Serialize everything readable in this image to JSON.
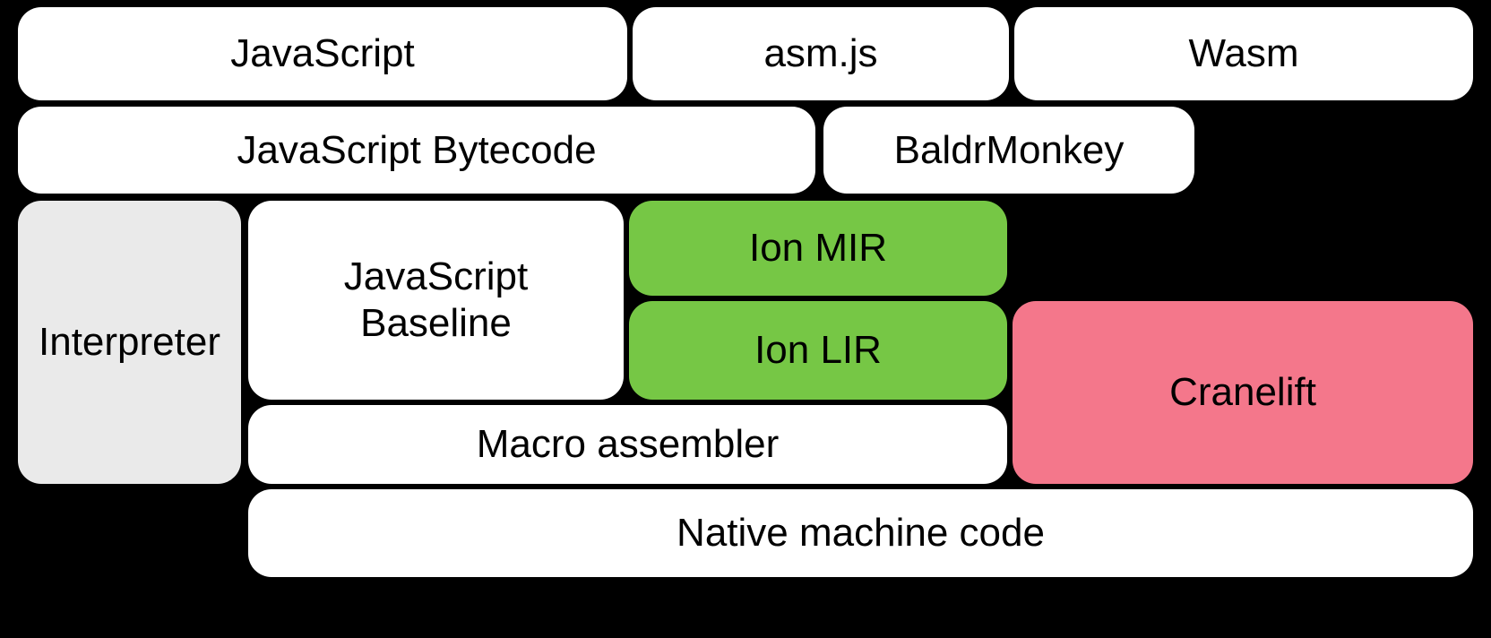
{
  "diagram": {
    "title": "SpiderMonkey JavaScript and WebAssembly compilation pipeline",
    "background_color": "#000000",
    "palette": {
      "default_fill": "#ffffff",
      "gray_fill": "#eaeaea",
      "green_fill": "#76c745",
      "pink_fill": "#f4778b",
      "text_color": "#000000"
    },
    "rows": [
      {
        "name": "source-languages",
        "nodes": [
          {
            "id": "javascript",
            "label": "JavaScript",
            "fill": "#ffffff"
          },
          {
            "id": "asmjs",
            "label": "asm.js",
            "fill": "#ffffff"
          },
          {
            "id": "wasm",
            "label": "Wasm",
            "fill": "#ffffff"
          }
        ]
      },
      {
        "name": "front-ends",
        "nodes": [
          {
            "id": "js-bytecode",
            "label": "JavaScript Bytecode",
            "fill": "#ffffff"
          },
          {
            "id": "baldrmonkey",
            "label": "BaldrMonkey",
            "fill": "#ffffff"
          }
        ]
      },
      {
        "name": "execution-tiers",
        "nodes": [
          {
            "id": "interpreter",
            "label": "Interpreter",
            "fill": "#eaeaea"
          },
          {
            "id": "js-baseline",
            "label": "JavaScript\nBaseline",
            "fill": "#ffffff"
          },
          {
            "id": "ion-mir",
            "label": "Ion MIR",
            "fill": "#76c745"
          },
          {
            "id": "ion-lir",
            "label": "Ion LIR",
            "fill": "#76c745"
          },
          {
            "id": "cranelift",
            "label": "Cranelift",
            "fill": "#f4778b"
          }
        ]
      },
      {
        "name": "code-emission",
        "nodes": [
          {
            "id": "macro-assembler",
            "label": "Macro assembler",
            "fill": "#ffffff"
          },
          {
            "id": "native-code",
            "label": "Native machine code",
            "fill": "#ffffff"
          }
        ]
      }
    ]
  },
  "labels": {
    "javascript": "JavaScript",
    "asmjs": "asm.js",
    "wasm": "Wasm",
    "js_bytecode": "JavaScript Bytecode",
    "baldrmonkey": "BaldrMonkey",
    "interpreter": "Interpreter",
    "js_baseline": "JavaScript\nBaseline",
    "ion_mir": "Ion MIR",
    "ion_lir": "Ion LIR",
    "cranelift": "Cranelift",
    "macro_assembler": "Macro assembler",
    "native_code": "Native machine code"
  }
}
